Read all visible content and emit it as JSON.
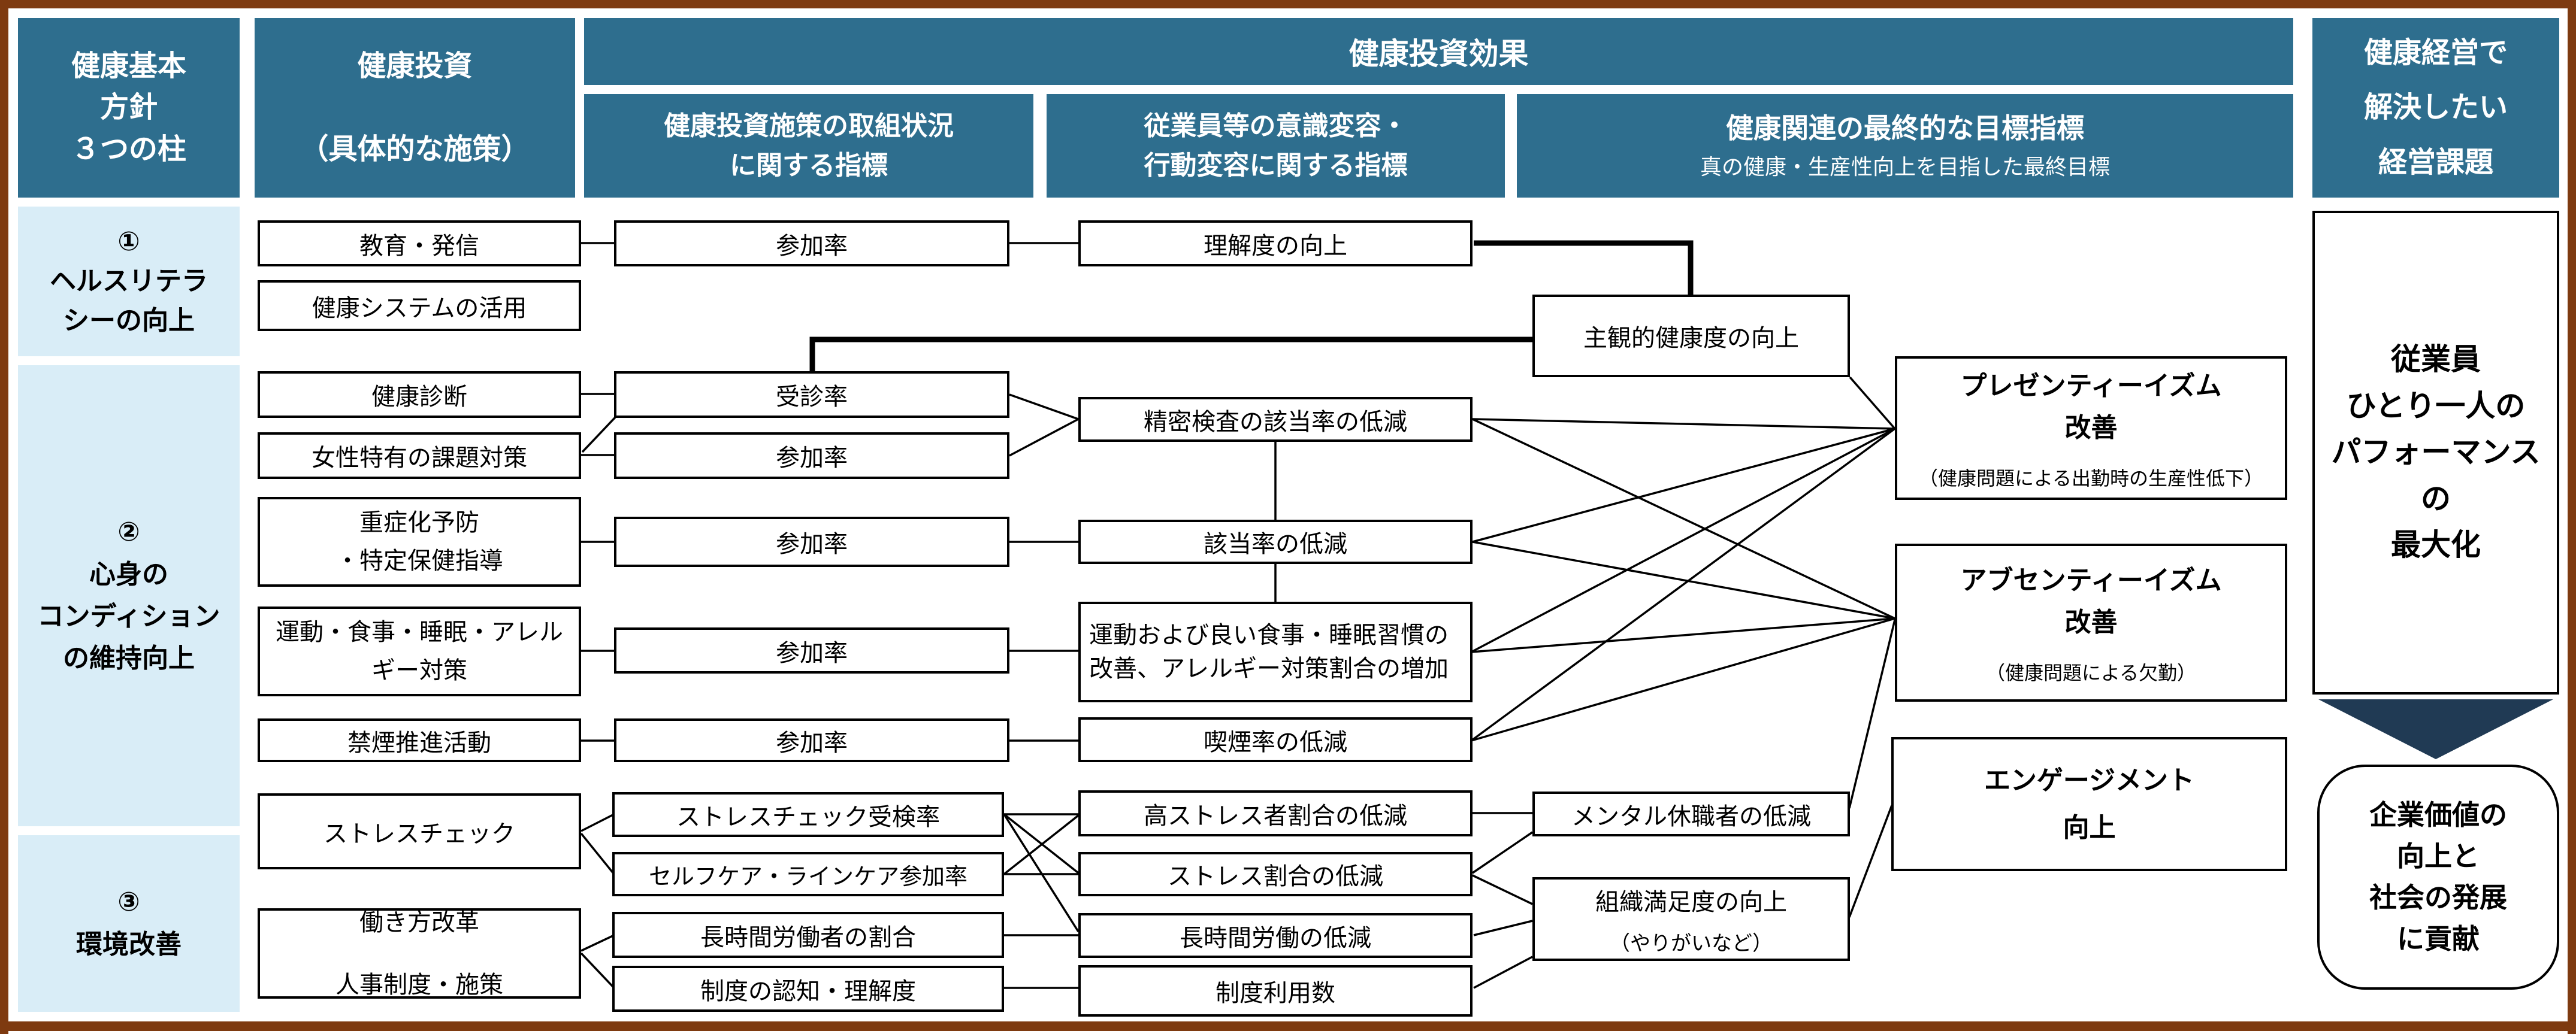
{
  "headers": {
    "pillar": "健康基本\n方針\n３つの柱",
    "investment": "健康投資\n\n（具体的な施策）",
    "effect": "健康投資効果",
    "process": "健康投資施策の取組状況\nに関する指標",
    "behavior": "従業員等の意識変容・\n行動変容に関する指標",
    "final_title": "健康関連の最終的な目標指標",
    "final_note": "真の健康・生産性向上を目指した最終目標",
    "management": "健康経営で\n解決したい\n経営課題"
  },
  "pillars": [
    {
      "label": "①\nヘルスリテラ\nシーの向上"
    },
    {
      "label": "②\n心身の\nコンディション\nの維持向上"
    },
    {
      "label": "③\n環境改善"
    }
  ],
  "measures": [
    {
      "label": "教育・発信"
    },
    {
      "label": "健康システムの活用"
    },
    {
      "label": "健康診断"
    },
    {
      "label": "女性特有の課題対策"
    },
    {
      "label": "重症化予防\n・特定保健指導"
    },
    {
      "label": "運動・食事・睡眠・アレル\nギー対策"
    },
    {
      "label": "禁煙推進活動"
    },
    {
      "label": "ストレスチェック"
    },
    {
      "label": "働き方改革\n\n人事制度・施策"
    }
  ],
  "indicators": [
    {
      "label": "参加率"
    },
    {
      "label": "受診率"
    },
    {
      "label": "参加率"
    },
    {
      "label": "参加率"
    },
    {
      "label": "参加率"
    },
    {
      "label": "参加率"
    },
    {
      "label": "ストレスチェック受検率"
    },
    {
      "label": "セルフケア・ラインケア参加率"
    },
    {
      "label": "長時間労働者の割合"
    },
    {
      "label": "制度の認知・理解度"
    }
  ],
  "changes": [
    {
      "label": "理解度の向上"
    },
    {
      "label": "精密検査の該当率の低減"
    },
    {
      "label": "該当率の低減"
    },
    {
      "label": "運動および良い食事・睡眠習慣の改善、アレルギー対策割合の増加"
    },
    {
      "label": "喫煙率の低減"
    },
    {
      "label": "高ストレス者割合の低減"
    },
    {
      "label": "ストレス割合の低減"
    },
    {
      "label": "長時間労働の低減"
    },
    {
      "label": "制度利用数"
    }
  ],
  "final_targets": [
    {
      "label": "主観的健康度の向上"
    },
    {
      "label": "メンタル休職者の低減"
    },
    {
      "title": "組織満足度の向上",
      "note": "（やりがいなど）"
    },
    {
      "title": "プレゼンティーイズム\n改善",
      "note": "（健康問題による出勤時の生産性低下）"
    },
    {
      "title": "アブセンティーイズム\n改善",
      "note": "（健康問題による欠勤）"
    },
    {
      "title": "エンゲージメント\n向上"
    }
  ],
  "goals": [
    {
      "label": "従業員\nひとり一人の\nパフォーマンス\nの\n最大化"
    },
    {
      "label": "企業価値の\n向上と\n社会の発展\nに貢献"
    }
  ],
  "colors": {
    "teal": "#2E6E8E",
    "light_blue": "#D9EDF7",
    "navy": "#203A54",
    "frame_brown": "#7E3A10",
    "box_border": "#000000"
  }
}
